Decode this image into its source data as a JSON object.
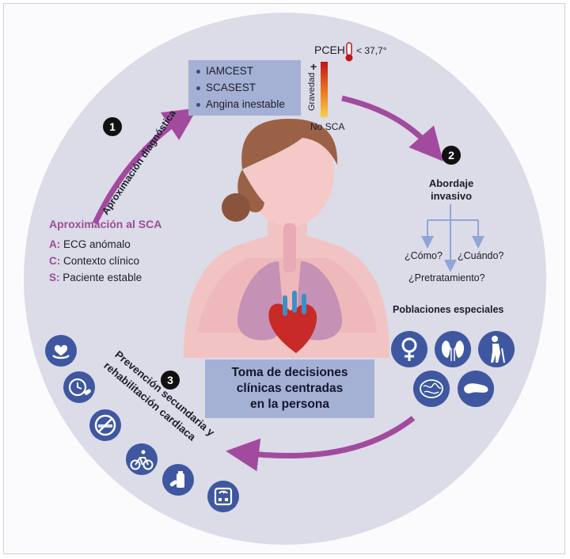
{
  "diagnosis": {
    "items": [
      "IAMCEST",
      "SCASEST",
      "Angina inestable"
    ],
    "pceh_label": "PCEH",
    "temperature": "< 37,7°",
    "plus_sign": "+",
    "severity_label": "Gravedad",
    "no_sca": "No SCA"
  },
  "step1": {
    "number": "1",
    "arc_label": "Aproximación diagnóstica",
    "sca_title": "Aproximación al SCA",
    "acronym": [
      {
        "letter": "A:",
        "text": "ECG anómalo"
      },
      {
        "letter": "C:",
        "text": "Contexto clínico"
      },
      {
        "letter": "S:",
        "text": "Paciente estable"
      }
    ]
  },
  "step2": {
    "number": "2",
    "title_line1": "Abordaje",
    "title_line2": "invasivo",
    "how": "¿Cómo?",
    "when": "¿Cuándo?",
    "pretreatment": "¿Pretratamiento?",
    "special_populations": "Poblaciones especiales"
  },
  "step3": {
    "number": "3",
    "label_line1": "Prevención secundaria y",
    "label_line2": "rehabilitación cardiaca"
  },
  "center": {
    "line1": "Toma de decisiones",
    "line2": "clínicas centradas",
    "line3": "en la persona"
  },
  "colors": {
    "circle": "#dcdbe8",
    "box": "#a4b1d5",
    "arrow": "#a24b9e",
    "icon": "#3e57a0",
    "acronym": "#9b4d97"
  },
  "icons": {
    "populations": [
      "female-icon",
      "kidney-icon",
      "elderly-icon",
      "brain-icon",
      "pancreas-icon"
    ],
    "prevention": [
      "heart-hands-icon",
      "clock-pill-icon",
      "no-smoking-icon",
      "cycling-icon",
      "medication-icon",
      "scale-icon"
    ]
  }
}
